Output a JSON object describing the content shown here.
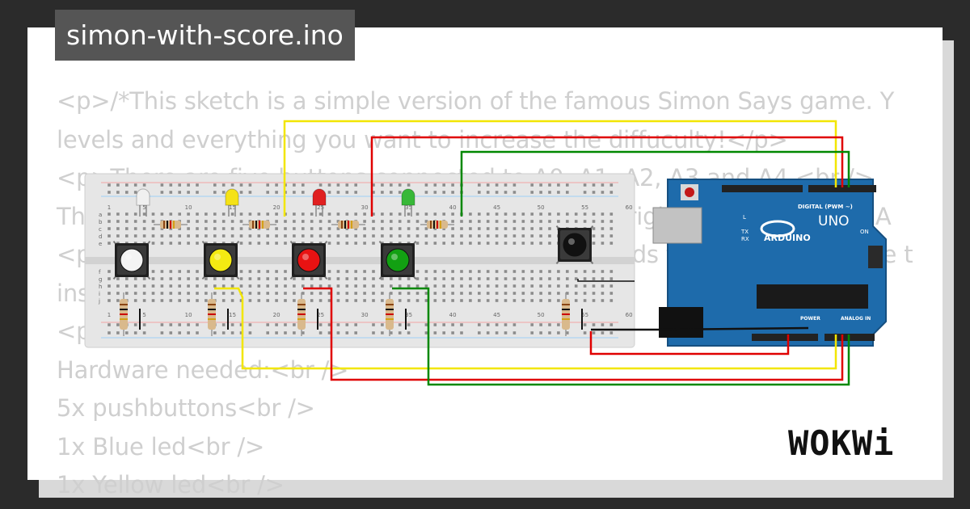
{
  "project": {
    "filename": "simon-with-score.ino"
  },
  "code_lines": [
    "<p>/*This sketch is a simple version of the famous Simon Says game. Y",
    "levels and everything you want to increase the diffuculty!</p>",
    "<p>There are five buttons connected to A0, A1, A2, A3 and A4.<br />",
    "The buttons from A0 to A3 are used to insert the right sequence while A",
    "<p>When you press the button A4 the game needs to be restarted. Use t",
    "inst",
    "<p>",
    "Hardware needed:<br />",
    "5x pushbuttons<br />",
    "1x Blue led<br />",
    "1x Yellow led<br />"
  ],
  "board": {
    "model": "UNO",
    "brand": "ARDUINO",
    "header_label": "DIGITAL (PWM ~)",
    "power_label": "POWER",
    "analog_label": "ANALOG IN",
    "on_label": "ON",
    "tx_label": "TX",
    "rx_label": "RX",
    "l_label": "L"
  },
  "breadboard": {
    "column_numbers": [
      "1",
      "5",
      "10",
      "15",
      "20",
      "25",
      "30",
      "35",
      "40",
      "45",
      "50",
      "55",
      "60"
    ],
    "row_letters_top": [
      "a",
      "b",
      "c",
      "d",
      "e"
    ],
    "row_letters_bottom": [
      "f",
      "g",
      "h",
      "i",
      "j"
    ]
  },
  "leds": [
    {
      "name": "white",
      "color": "#f0f0f0"
    },
    {
      "name": "yellow",
      "color": "#f5e216"
    },
    {
      "name": "red",
      "color": "#e02020"
    },
    {
      "name": "green",
      "color": "#38b838"
    }
  ],
  "buttons": [
    {
      "name": "white",
      "color": "#f4f4f4"
    },
    {
      "name": "yellow",
      "color": "#f4ea12"
    },
    {
      "name": "red",
      "color": "#e81212"
    },
    {
      "name": "green",
      "color": "#12a012"
    },
    {
      "name": "black",
      "color": "#111111"
    }
  ],
  "wire_colors": {
    "yellow": "#f2e600",
    "red": "#e00000",
    "green": "#008800",
    "black": "#111111"
  },
  "brand_logo": "WOKWi"
}
